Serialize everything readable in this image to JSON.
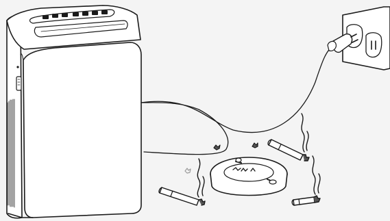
{
  "figure": {
    "background": "#f4f4f4",
    "line_color": "#1a1a1a",
    "fill_color": "#ffffff",
    "smoke_color": "#2b2b2b",
    "ash_color": "#555555"
  },
  "parts": {
    "unit": "portable-air-conditioner",
    "outlet": "wall-outlet",
    "plug": "power-plug",
    "ashtray": "ashtray",
    "cigarettes": [
      "cigarette-left",
      "cigarette-right-top",
      "cigarette-right-bottom"
    ]
  }
}
